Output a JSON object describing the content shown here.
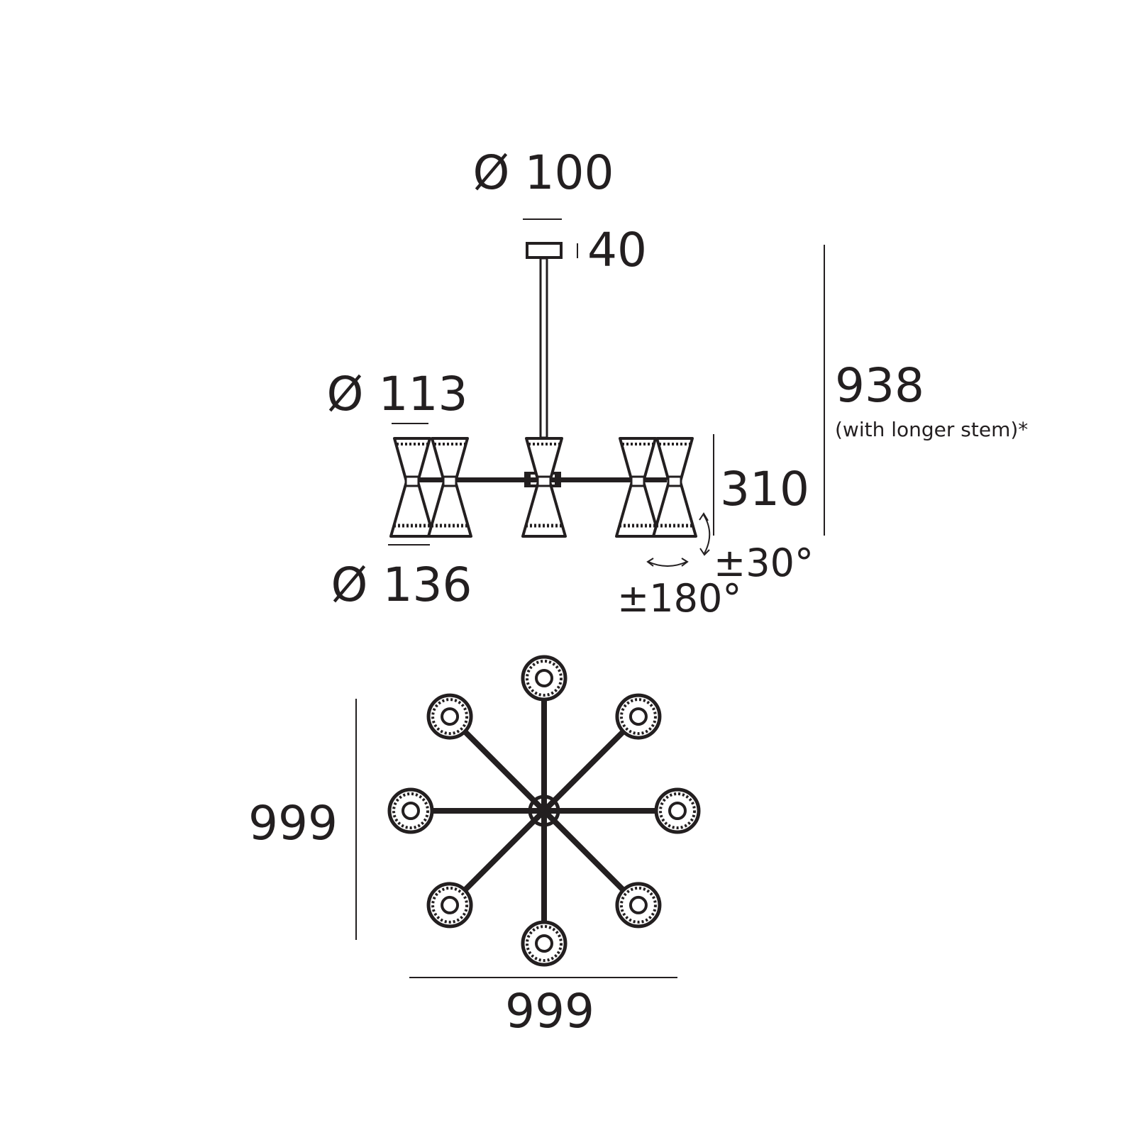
{
  "side_view": {
    "canopy_diameter": "Ø 100",
    "canopy_height": "40",
    "shade_top_diameter": "Ø 113",
    "shade_bottom_diameter": "Ø 136",
    "shade_height": "310",
    "total_height": "938",
    "total_height_note": "(with longer stem)*",
    "tilt_angle": "±30°",
    "rotation_angle": "±180°"
  },
  "top_view": {
    "depth": "999",
    "width": "999",
    "arm_count": 8
  },
  "colors": {
    "line": "#231f20",
    "background": "#ffffff"
  }
}
